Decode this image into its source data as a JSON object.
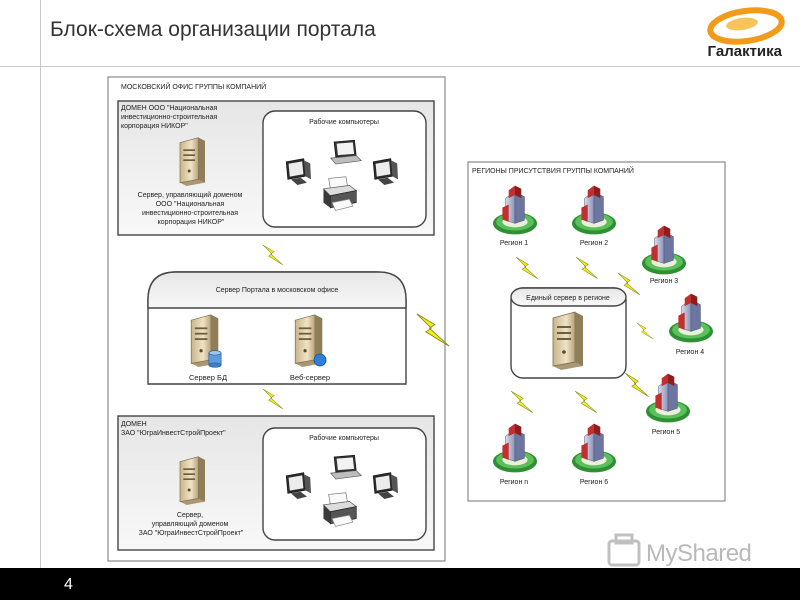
{
  "header": {
    "title": "Блок-схема организации портала",
    "brand": "Галактика"
  },
  "footer": {
    "page_number": "4"
  },
  "watermark": {
    "text": "MyShared"
  },
  "diagram": {
    "moscow_office": {
      "title": "МОСКОВСКИЙ ОФИС ГРУППЫ КОМПАНИЙ",
      "domain1": {
        "title": [
          "ДОМЕН ООО \"Национальная",
          "инвестиционно-строительная",
          "корпорация НИКОР\""
        ],
        "server_caption": [
          "Сервер, управляющий доменом",
          "ООО \"Национальная",
          "инвестиционно-строительная",
          "корпорация НИКОР\""
        ],
        "workstations_title": "Рабочие компьютеры"
      },
      "portal_server": {
        "title": "Сервер Портала в московском офисе",
        "db_server": "Сервер БД",
        "web_server": "Веб-сервер"
      },
      "domain2": {
        "title": [
          "ДОМЕН",
          "ЗАО \"ЮграИнвестСтройПроект\""
        ],
        "server_caption": [
          "Сервер,",
          "управляющий доменом",
          "ЗАО \"ЮграИнвестСтройПроект\""
        ],
        "workstations_title": "Рабочие компьютеры"
      }
    },
    "regions": {
      "title": "РЕГИОНЫ ПРИСУТСТВИЯ ГРУППЫ КОМПАНИЙ",
      "central_server": "Единый сервер в регионе",
      "items": [
        "Регион 1",
        "Регион 2",
        "Регион 3",
        "Регион 4",
        "Регион 5",
        "Регион 6",
        "Регион n"
      ]
    }
  },
  "colors": {
    "lightning": "#f2ee1a",
    "lightning_stroke": "#8a8a20",
    "region_ground": "#3f9a3a",
    "building_red": "#c03030",
    "logo_orange": "#f29a1a"
  }
}
